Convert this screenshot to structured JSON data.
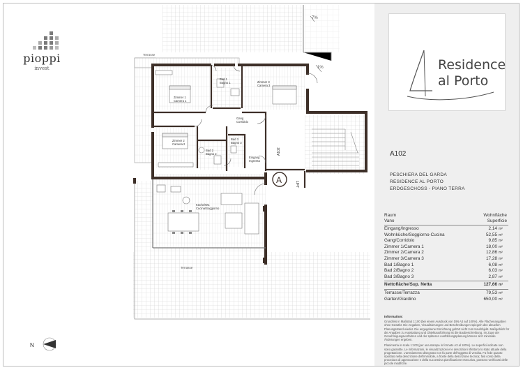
{
  "brand": {
    "name": "pioppi",
    "sub": "invest"
  },
  "project": {
    "title_line1": "Residence",
    "title_line2": "al Porto"
  },
  "unit": {
    "code": "A102",
    "location_lines": [
      "PESCHIERA DEL GARDA",
      "RESIDENCE AL PORTO",
      "ERDGESCHOSS - PIANO TERRA"
    ]
  },
  "plan": {
    "labels": {
      "terrasse_top": "Terrasse",
      "zimmer1": [
        "Zimmer 1",
        "Camera 1"
      ],
      "zimmer2": [
        "Zimmer 2",
        "Camera 2"
      ],
      "zimmer3": [
        "Zimmer 3",
        "Camera 3"
      ],
      "bad1": [
        "Bad 1",
        "Bagno 1"
      ],
      "bad2": [
        "Bad 2",
        "Bagno 2"
      ],
      "bad3": [
        "Bad 3",
        "Bagno 3"
      ],
      "gang": [
        "Gang",
        "Corridoio"
      ],
      "eingang": [
        "Eingang",
        "Ingresso"
      ],
      "kuche": [
        "Küche/Wo.",
        "Cucina/Soggiorno"
      ],
      "terrasse": "Terrasse",
      "unit_tag": "A102",
      "marker": "A",
      "lift": "LIFT",
      "dim_top": "7%",
      "dim_mid": "1%"
    }
  },
  "area_table": {
    "header": {
      "left1": "Raum",
      "left2": "Vano",
      "right1": "Wohnfläche",
      "right2": "Superficie"
    },
    "rows": [
      {
        "label": "Eingang/Ingresso",
        "value": "2,14",
        "unit": "m²"
      },
      {
        "label": "Wohnküche/Soggiorno-Cucina",
        "value": "52,55",
        "unit": "m²"
      },
      {
        "label": "Gang/Corridoio",
        "value": "9,85",
        "unit": "m²"
      },
      {
        "label": "Zimmer 1/Camera 1",
        "value": "18,00",
        "unit": "m²"
      },
      {
        "label": "Zimmer 2/Camera 2",
        "value": "12,86",
        "unit": "m²"
      },
      {
        "label": "Zimmer 3/Camera 3",
        "value": "17,28",
        "unit": "m²"
      },
      {
        "label": "Bad 1/Bagno 1",
        "value": "6,08",
        "unit": "m²"
      },
      {
        "label": "Bad 2/Bagno 2",
        "value": "6,03",
        "unit": "m²"
      },
      {
        "label": "Bad 3/Bagno 3",
        "value": "2,87",
        "unit": "m²"
      }
    ],
    "total": {
      "label": "Nettofläche/Sup. Netta",
      "value": "127,66",
      "unit": "m²"
    },
    "extras": [
      {
        "label": "Terrasse/Terrazza",
        "value": "79,53",
        "unit": "m²"
      },
      {
        "label": "Garten/Giardino",
        "value": "650,00",
        "unit": "m²"
      }
    ]
  },
  "info": {
    "title": "Information:",
    "para1": "Grundriss in Maßstab 1:100 (bei einem Ausdruck von DIN A3 auf 100%). Alle Flächenangaben ohne Gewähr. Die Angaben, Visualisierungen und Beschreibungen spiegeln den aktuellen Planungsstand wieder. Die angegebene Einrichtung gehört nicht zum Kaufobjekt. Maßgeblich für die Angaben zu Ausstattung und Objektausführung ist die Baubeschreibung. Im Zuge der Genehmigungsverfahren und der späteren Ausführungsplanung können sich minimale Änderungen ergeben.",
    "para2": "Planimetria in scala 1:100 (per una stampa in formato A3 al 100%). Le superfici indicate non sono garantite. Le informazioni, le visualizzazioni e le descrizioni riflettono lo stato attuale della progettazione. L'arredamento disegnato non fa parte dell'oggetto di vendita. Fa fede quanto riportato nella descrizione dell'immobile, a fronte della descrizione tecnica; fasi corso della procedura di approvazione e della successiva pianificazione esecutiva, possono verificarsi delle piccole modifiche."
  },
  "compass": {
    "label": "N"
  }
}
